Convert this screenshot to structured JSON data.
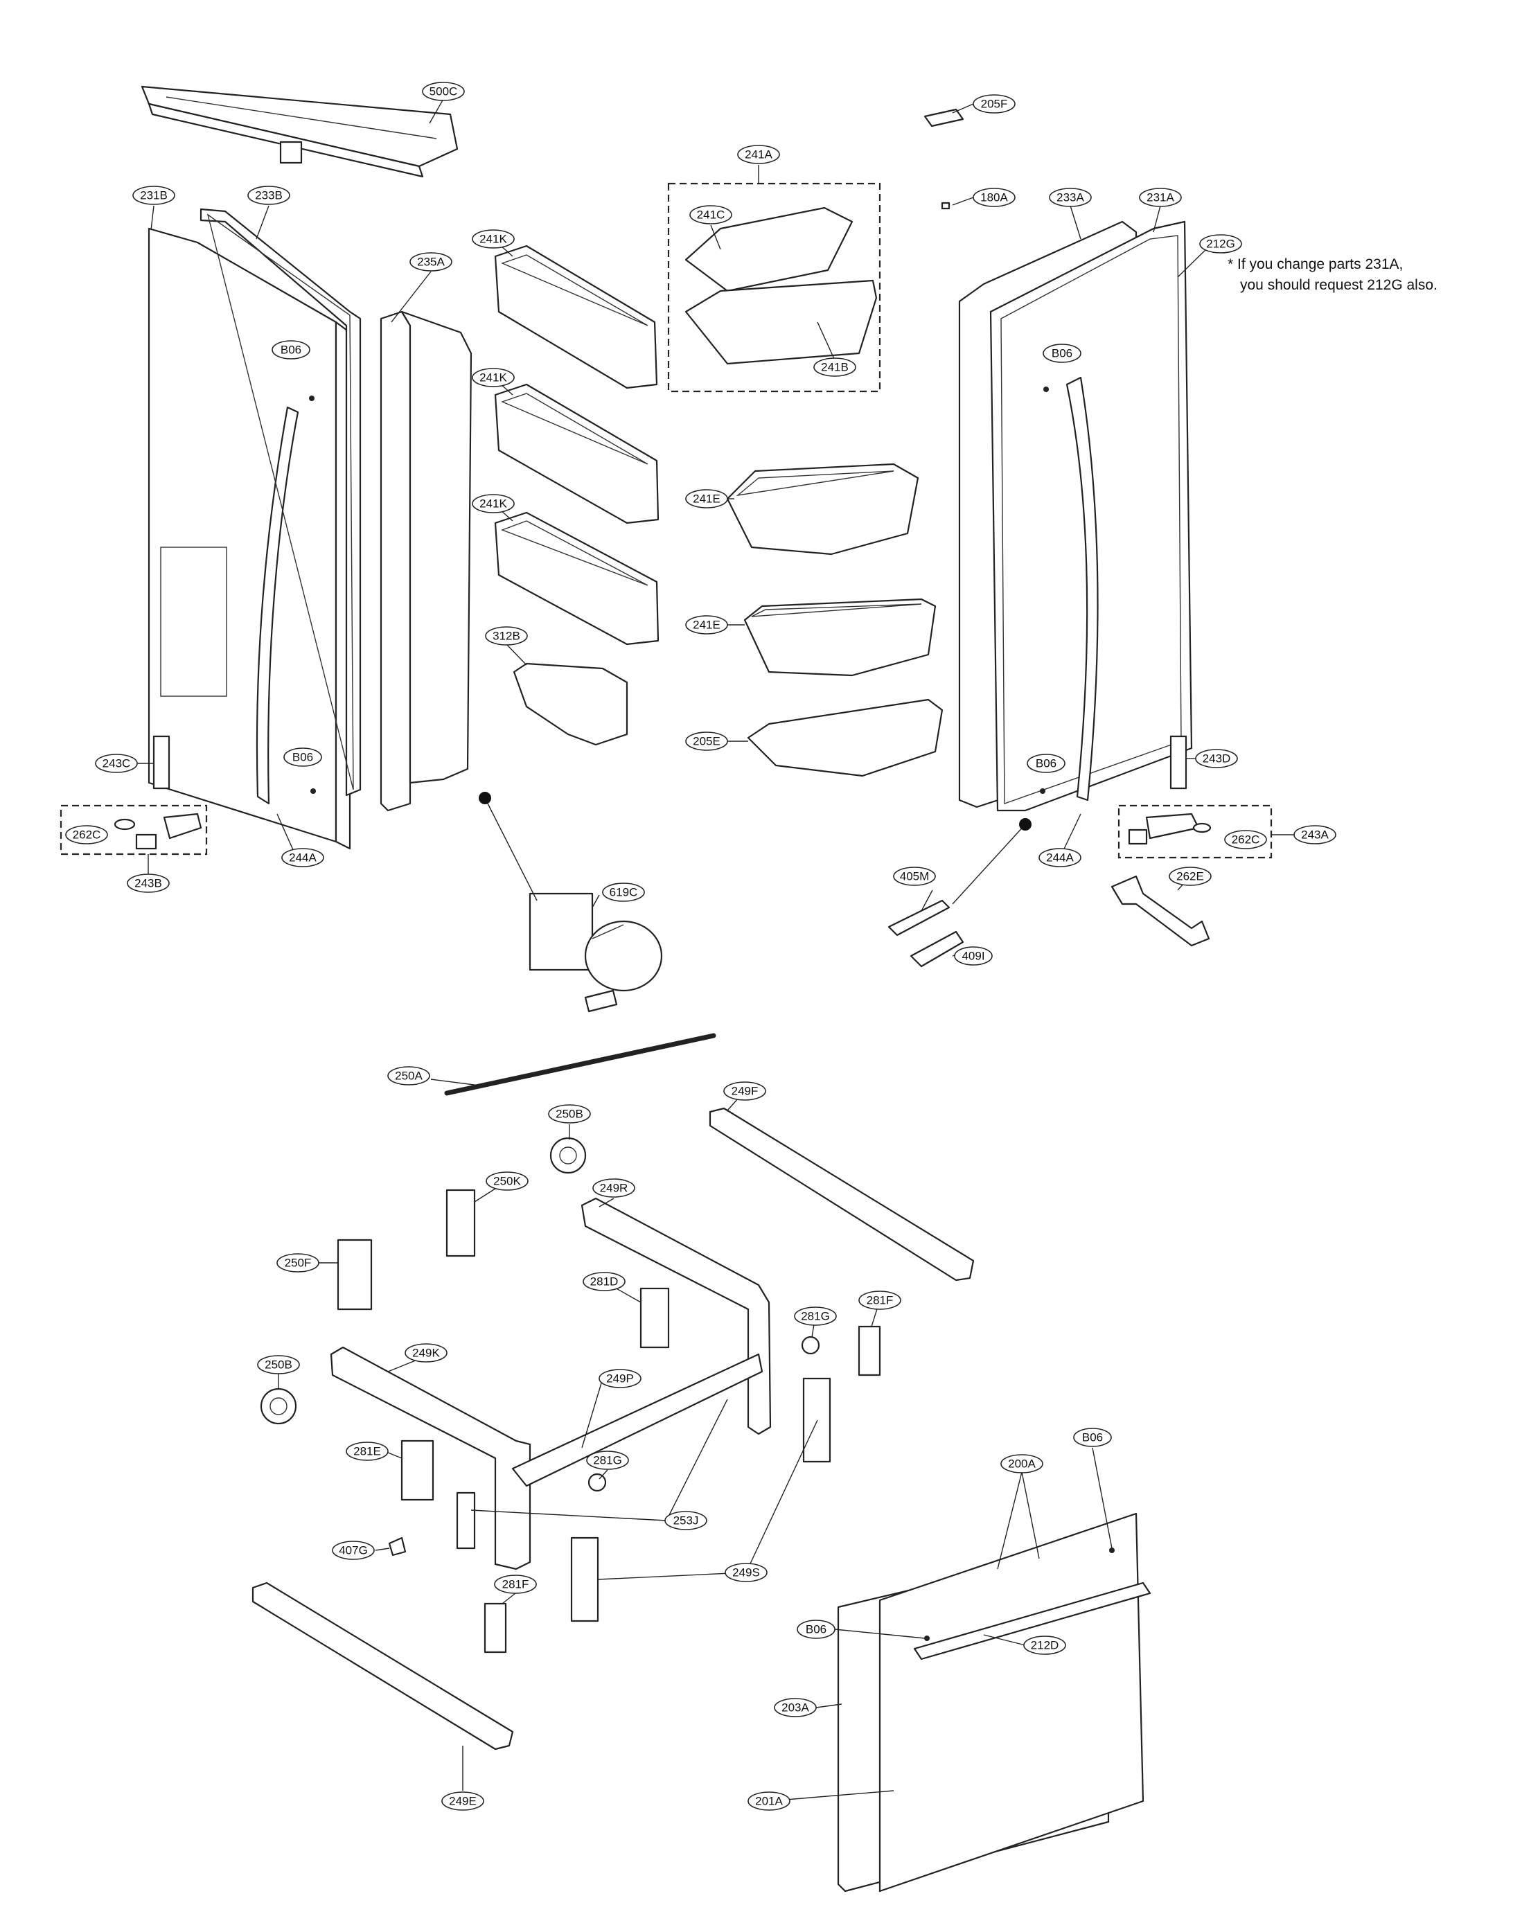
{
  "note": {
    "line1": "* If you change parts 231A,",
    "line2": "you should request 212G also."
  },
  "labels": {
    "500C": "500C",
    "205F": "205F",
    "241A": "241A",
    "180A": "180A",
    "231B": "231B",
    "233B": "233B",
    "235A": "235A",
    "241K": "241K",
    "241C": "241C",
    "241B": "241B",
    "233A": "233A",
    "231A": "231A",
    "212G": "212G",
    "B06": "B06",
    "241E": "241E",
    "312B": "312B",
    "205E": "205E",
    "243C": "243C",
    "243D": "243D",
    "262C": "262C",
    "243A": "243A",
    "244A": "244A",
    "243B": "243B",
    "405M": "405M",
    "262E": "262E",
    "409I": "409I",
    "619C": "619C",
    "250A": "250A",
    "249F": "249F",
    "250B": "250B",
    "250K": "250K",
    "249R": "249R",
    "250F": "250F",
    "281D": "281D",
    "281F": "281F",
    "281G": "281G",
    "249K": "249K",
    "249P": "249P",
    "200A": "200A",
    "281E": "281E",
    "253J": "253J",
    "407G": "407G",
    "249S": "249S",
    "212D": "212D",
    "203A": "203A",
    "249E": "249E",
    "201A": "201A"
  }
}
